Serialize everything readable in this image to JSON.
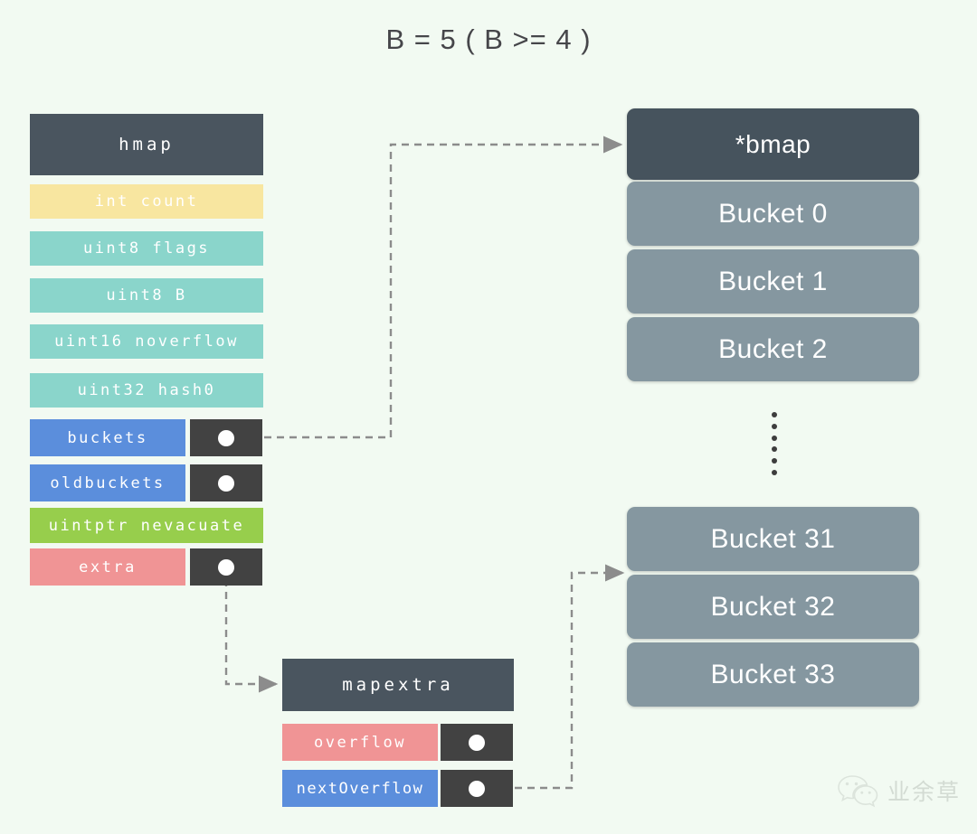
{
  "title": "B = 5 ( B >= 4 )",
  "colors": {
    "background": "#f2faf2",
    "header_dark": "#4a555f",
    "pointer_cell": "#424242",
    "bucket_gray": "#8597a0",
    "bucket_head": "#46535d",
    "yellow": "#f8e6a0",
    "teal": "#8ad5cb",
    "blue": "#5b8edc",
    "green": "#97ce4c",
    "pink": "#f09495",
    "wire": "#8c8c8c"
  },
  "hmap": {
    "header": "hmap",
    "fields": [
      {
        "label": "int count",
        "color": "yellow",
        "pointer": false
      },
      {
        "label": "uint8 flags",
        "color": "teal",
        "pointer": false
      },
      {
        "label": "uint8 B",
        "color": "teal",
        "pointer": false
      },
      {
        "label": "uint16 noverflow",
        "color": "teal",
        "pointer": false
      },
      {
        "label": "uint32 hash0",
        "color": "teal",
        "pointer": false
      },
      {
        "label": "buckets",
        "color": "blue",
        "pointer": true
      },
      {
        "label": "oldbuckets",
        "color": "blue",
        "pointer": true
      },
      {
        "label": "uintptr nevacuate",
        "color": "green",
        "pointer": false
      },
      {
        "label": "extra",
        "color": "pink",
        "pointer": true
      }
    ]
  },
  "mapextra": {
    "header": "mapextra",
    "fields": [
      {
        "label": "overflow",
        "color": "pink",
        "pointer": true
      },
      {
        "label": "nextOverflow",
        "color": "blue",
        "pointer": true
      }
    ]
  },
  "bmap": {
    "header": "*bmap",
    "buckets_top": [
      "Bucket 0",
      "Bucket 1",
      "Bucket 2"
    ],
    "ellipsis_dots": 6,
    "buckets_bottom": [
      "Bucket 31",
      "Bucket 32",
      "Bucket 33"
    ]
  },
  "watermark": {
    "text": "业余草",
    "icon": "wechat-icon"
  }
}
